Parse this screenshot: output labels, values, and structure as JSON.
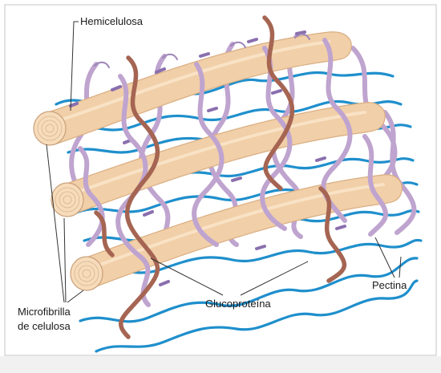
{
  "labels": {
    "hemicelulosa": "Hemicelulosa",
    "microfibrilla_line1": "Microfibrilla",
    "microfibrilla_line2": "de celulosa",
    "glucoproteina": "Glucoproteína",
    "pectina": "Pectina"
  },
  "colors": {
    "background": "#ffffff",
    "frame": "#d8d8d8",
    "cellulose_microfibril": "#f1cfa8",
    "hemicellulose": "#1f8fcc",
    "pectin": "#bfa4cf",
    "glycoprotein": "#a56552"
  }
}
